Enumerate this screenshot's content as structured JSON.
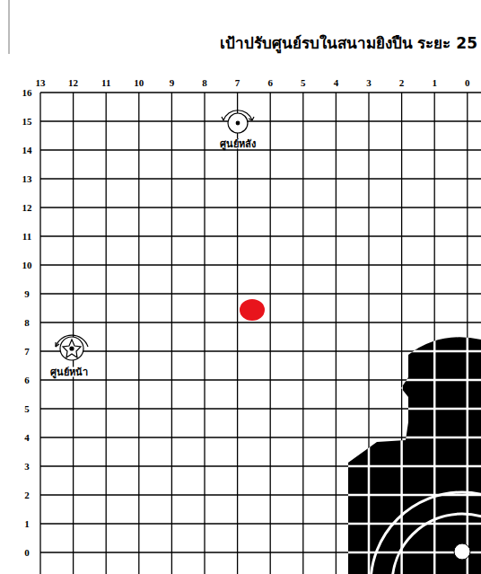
{
  "diagram": {
    "title": "เป้าปรับศูนย์รบในสนามยิงปืน ระยะ 25",
    "labels": [
      "13",
      "12",
      "11",
      "10",
      "9",
      "8",
      "7",
      "6",
      "5",
      "4",
      "3",
      "2",
      "1",
      "0",
      "16",
      "15",
      "14",
      "13",
      "12",
      "11",
      "10",
      "9",
      "8",
      "7",
      "6",
      "5",
      "4",
      "3",
      "2",
      "1",
      "0",
      "ศูนย์หลัง",
      "ศูนย์หน้า"
    ]
  }
}
